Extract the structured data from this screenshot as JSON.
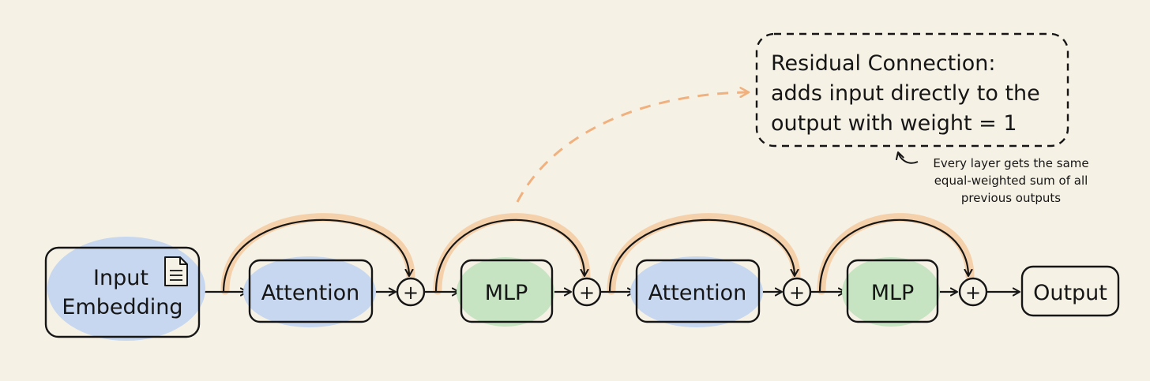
{
  "colors": {
    "background": "#f6f1e5",
    "ink": "#161616",
    "attention_fill": "#c6d7ef",
    "mlp_fill": "#c6e4c2",
    "residual_highlight": "#f5c99c",
    "dashed_pointer": "#f0b17f"
  },
  "nodes": {
    "input": {
      "line1": "Input",
      "line2": "Embedding",
      "icon": "document-icon"
    },
    "attention_1": {
      "label": "Attention"
    },
    "mlp_1": {
      "label": "MLP"
    },
    "attention_2": {
      "label": "Attention"
    },
    "mlp_2": {
      "label": "MLP"
    },
    "output": {
      "label": "Output"
    }
  },
  "sum_symbol": "+",
  "callout": {
    "line1": "Residual Connection:",
    "line2": "adds input directly to the",
    "line3": "output with weight = 1"
  },
  "note": {
    "line1": "Every layer gets the same",
    "line2": "equal-weighted sum of all",
    "line3": "previous outputs"
  }
}
